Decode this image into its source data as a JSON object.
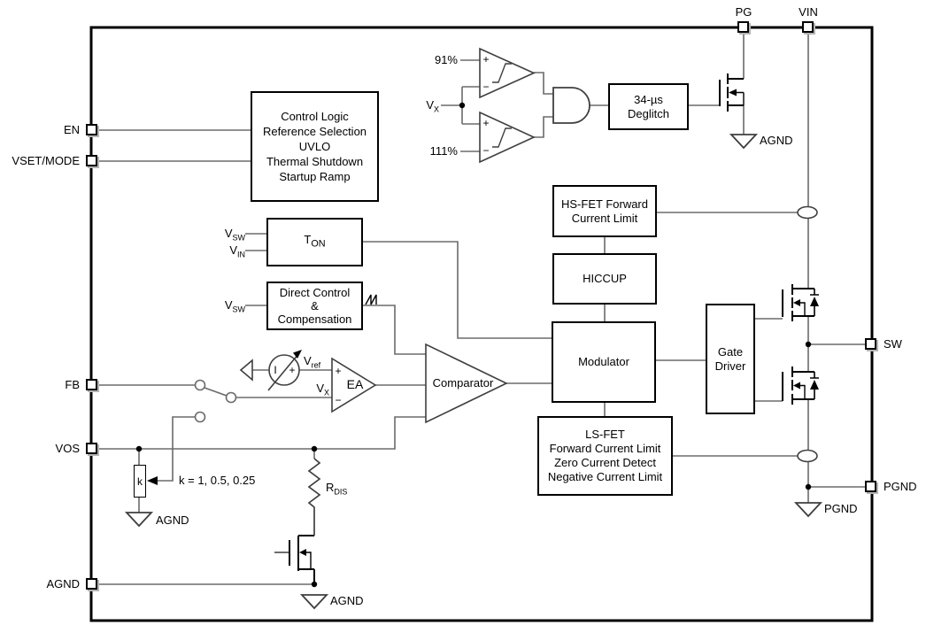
{
  "pins": {
    "en": "EN",
    "vset_mode": "VSET/MODE",
    "fb": "FB",
    "vos": "VOS",
    "agnd": "AGND",
    "pg": "PG",
    "vin": "VIN",
    "sw": "SW",
    "pgnd": "PGND"
  },
  "blocks": {
    "control_logic": {
      "lines": [
        "Control Logic",
        "Reference Selection",
        "UVLO",
        "Thermal Shutdown",
        "Startup Ramp"
      ]
    },
    "ton": {
      "base": "T",
      "sub": "ON"
    },
    "direct_control": {
      "lines": [
        "Direct Control",
        "&",
        "Compensation"
      ]
    },
    "deglitch": {
      "lines": [
        "34-µs",
        "Deglitch"
      ]
    },
    "hs_fet_limit": {
      "lines": [
        "HS-FET Forward",
        "Current Limit"
      ]
    },
    "hiccup": {
      "label": "HICCUP"
    },
    "modulator": {
      "label": "Modulator"
    },
    "gate_driver": {
      "lines": [
        "Gate",
        "Driver"
      ]
    },
    "ls_fet_limit": {
      "lines": [
        "LS-FET",
        "Forward Current Limit",
        "Zero Current Detect",
        "Negative Current Limit"
      ]
    },
    "k_divider": {
      "label": "k"
    }
  },
  "signals": {
    "pct91": "91%",
    "pct111": "111%",
    "vx_top": {
      "base": "V",
      "sub": "X"
    },
    "vsw_ton": {
      "base": "V",
      "sub": "SW"
    },
    "vin_ton": {
      "base": "V",
      "sub": "IN"
    },
    "vsw_dc": {
      "base": "V",
      "sub": "SW"
    },
    "vref": {
      "base": "V",
      "sub": "ref"
    },
    "vx_ea": {
      "base": "V",
      "sub": "X"
    },
    "rdis": {
      "base": "R",
      "sub": "DIS"
    },
    "k_values": "k = 1, 0.5, 0.25",
    "ea": "EA",
    "comparator": "Comparator",
    "plus": "+",
    "minus": "−",
    "current_source": "I"
  },
  "grounds": {
    "agnd_pg": "AGND",
    "agnd_k": "AGND",
    "agnd_dis": "AGND",
    "pgnd": "PGND"
  },
  "colors": {
    "wire": "#6b6b6b",
    "outline": "#000000",
    "analog": "#3f3f3f",
    "background": "#ffffff"
  }
}
